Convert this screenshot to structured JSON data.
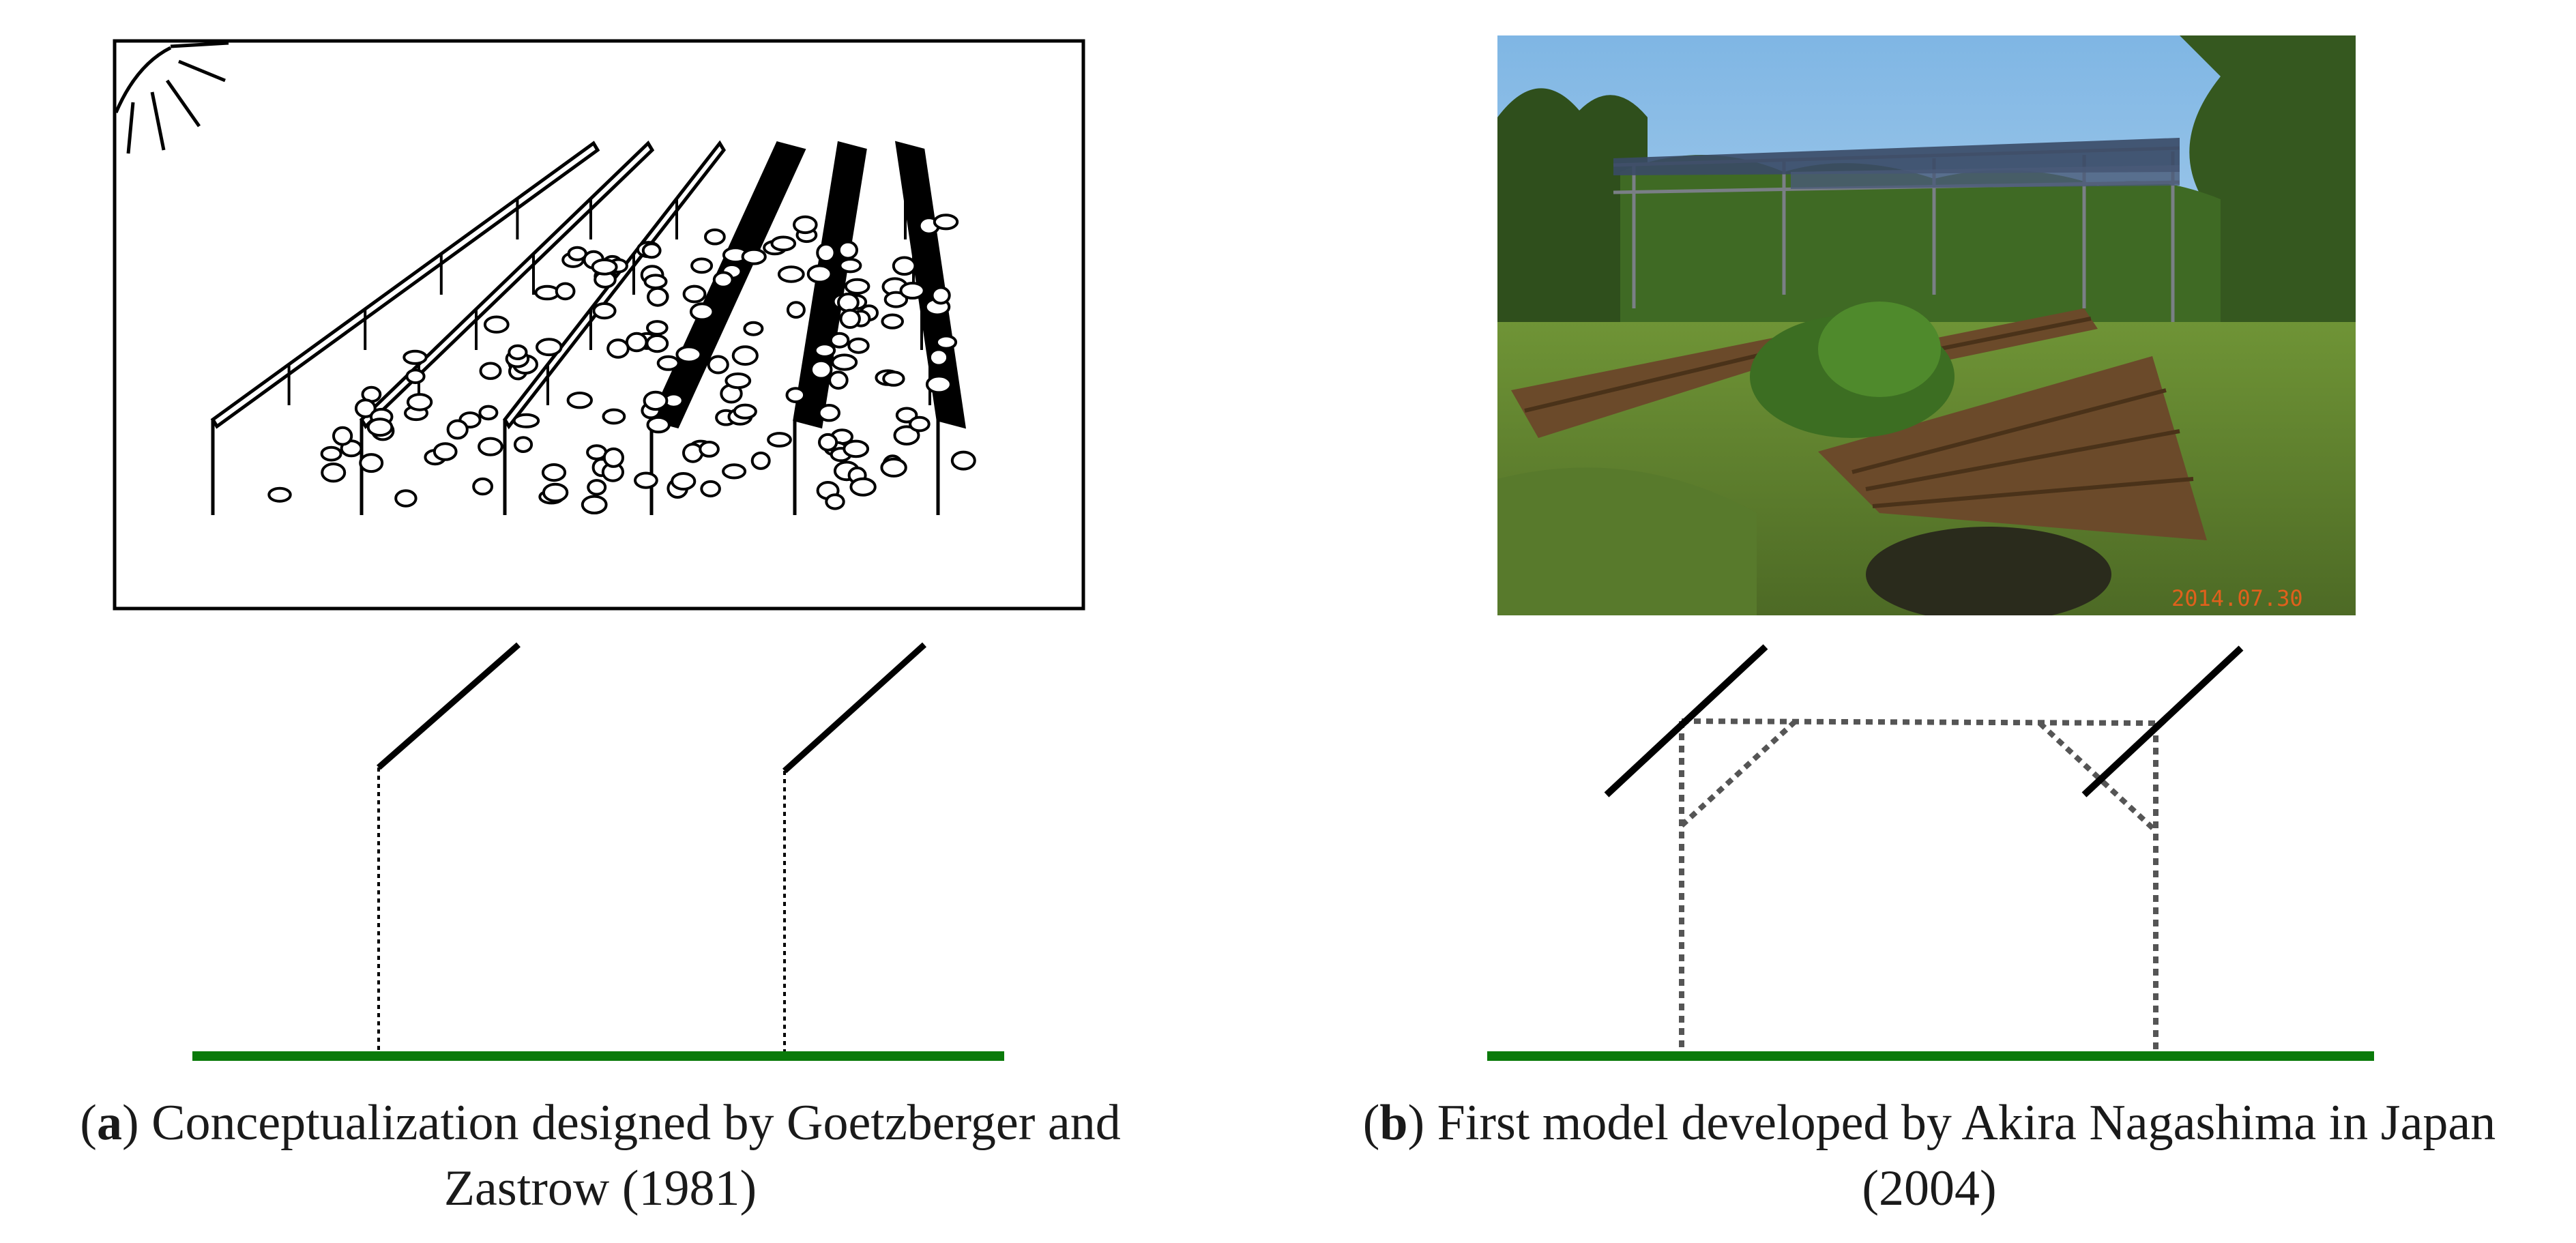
{
  "figure": {
    "panel_a": {
      "label": "a",
      "caption_line1_rest": ") Conceptualization designed by Goetzberger and",
      "caption_line2": "Zastrow (1981)",
      "illustration_icon": "sun-icon"
    },
    "panel_b": {
      "label": "b",
      "caption_line1_rest": ") First model developed by Akira Nagashima in Japan",
      "caption_line2": "(2004)",
      "photo_date_stamp": "2014.07.30"
    },
    "colors": {
      "ground": "#0a7a0a",
      "panel_stroke": "#000000",
      "date_stamp": "#e0601c"
    }
  }
}
